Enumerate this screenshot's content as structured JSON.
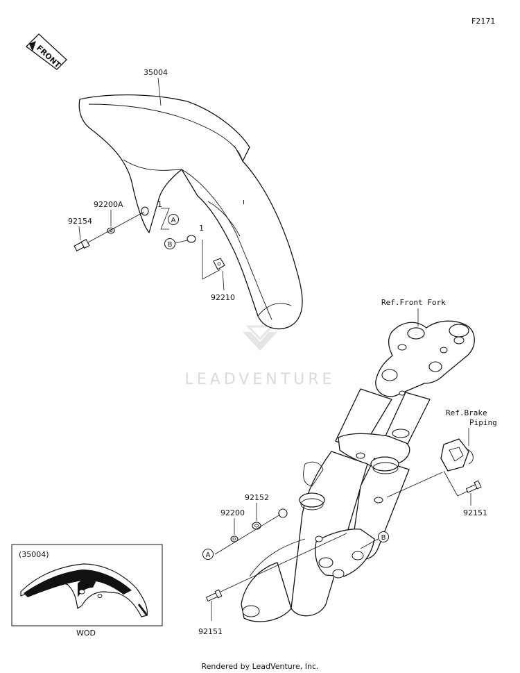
{
  "figure_code": "F2171",
  "front_arrow": {
    "label": "FRONT",
    "icon": "front-direction-arrow-icon"
  },
  "watermark": "LEADVENTURE",
  "footer": "Rendered by LeadVenture, Inc.",
  "parts": {
    "fender": "35004",
    "bolt_upper": "92154",
    "washer_upper": "92200A",
    "nut_clip": "92210",
    "bolt_lower_left": "92151",
    "bolt_lower_right": "92151",
    "collar": "92152",
    "washer_lower": "92200"
  },
  "references": {
    "front_fork": "Ref.Front Fork",
    "brake_piping_line1": "Ref.Brake",
    "brake_piping_line2": "Piping"
  },
  "callouts": {
    "a": "A",
    "b": "B"
  },
  "small_marks": {
    "one": "1"
  },
  "inset": {
    "part": "(35004)",
    "caption": "WOD"
  }
}
